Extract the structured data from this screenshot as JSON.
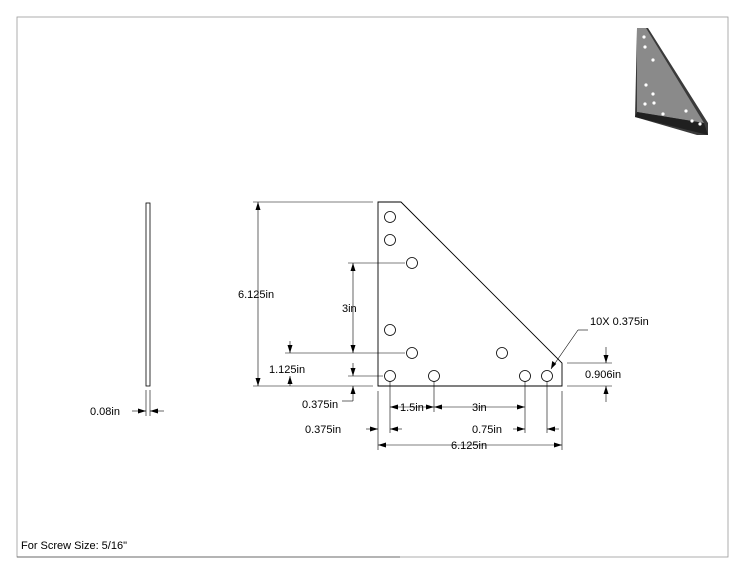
{
  "note": "For Screw Size: 5/16\"",
  "callout": "10X 0.375in",
  "dims": {
    "thickness": "0.08in",
    "height_total": "6.125in",
    "hole_spacing_vertical": "3in",
    "hole_offset_vertical": "1.125in",
    "edge_offset_bottom": "0.375in",
    "edge_offset_left": "0.375in",
    "hole_spacing_15": "1.5in",
    "hole_spacing_3": "3in",
    "offset_075": "0.75in",
    "width_total": "6.125in",
    "tip_offset": "0.906in"
  }
}
